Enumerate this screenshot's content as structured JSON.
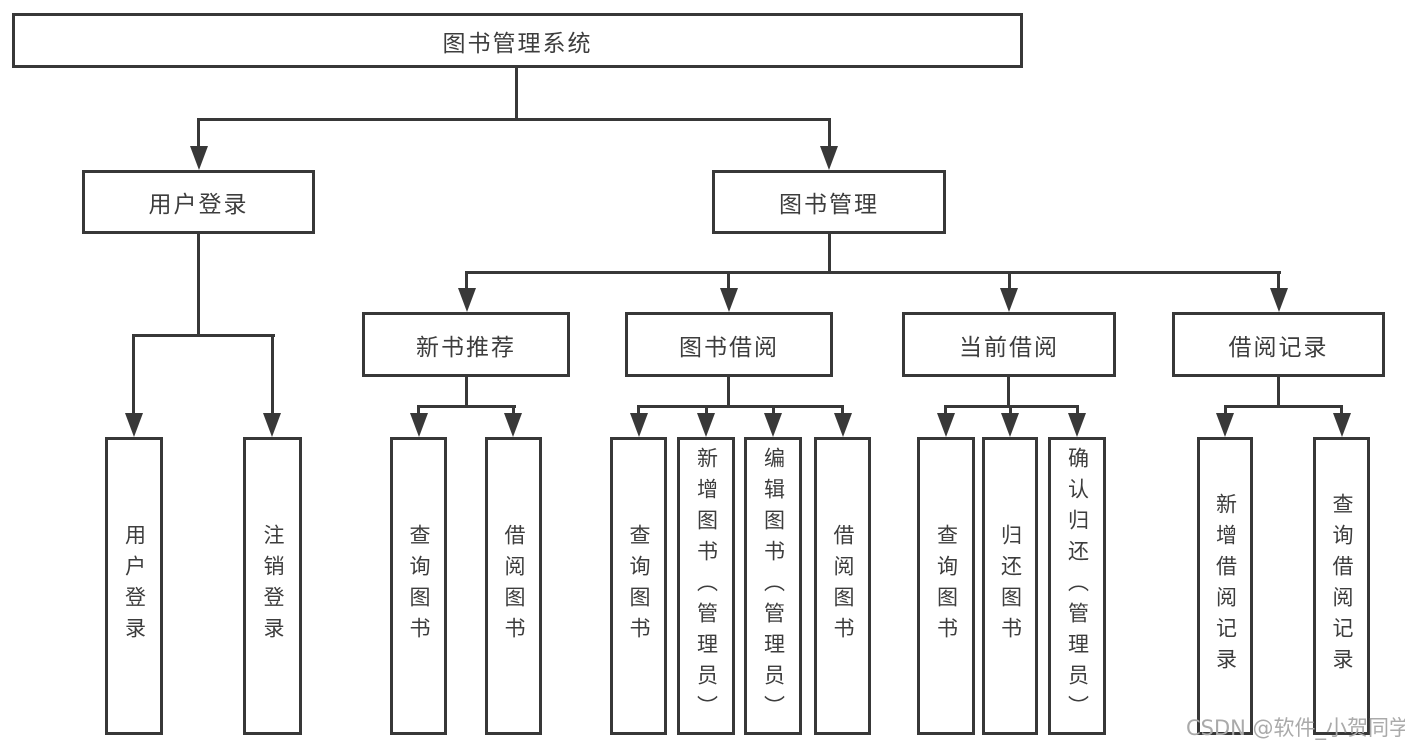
{
  "diagram": {
    "type": "hierarchy-tree",
    "colors": {
      "line": "#383838",
      "box_border": "#383838",
      "box_fill": "#ffffff",
      "text": "#3d3d3d",
      "watermark": "#aaaaaa"
    },
    "root": {
      "label": "图书管理系统",
      "children": [
        {
          "label": "用户登录",
          "children": [
            {
              "label": "用户登录"
            },
            {
              "label": "注销登录"
            }
          ]
        },
        {
          "label": "图书管理",
          "children": [
            {
              "label": "新书推荐",
              "children": [
                {
                  "label": "查询图书"
                },
                {
                  "label": "借阅图书"
                }
              ]
            },
            {
              "label": "图书借阅",
              "children": [
                {
                  "label": "查询图书"
                },
                {
                  "label": "新增图书（管理员）"
                },
                {
                  "label": "编辑图书（管理员）"
                },
                {
                  "label": "借阅图书"
                }
              ]
            },
            {
              "label": "当前借阅",
              "children": [
                {
                  "label": "查询图书"
                },
                {
                  "label": "归还图书"
                },
                {
                  "label": "确认归还（管理员）"
                }
              ]
            },
            {
              "label": "借阅记录",
              "children": [
                {
                  "label": "新增借阅记录"
                },
                {
                  "label": "查询借阅记录"
                }
              ]
            }
          ]
        }
      ]
    },
    "watermark": "CSDN @软件_小贺同学"
  }
}
